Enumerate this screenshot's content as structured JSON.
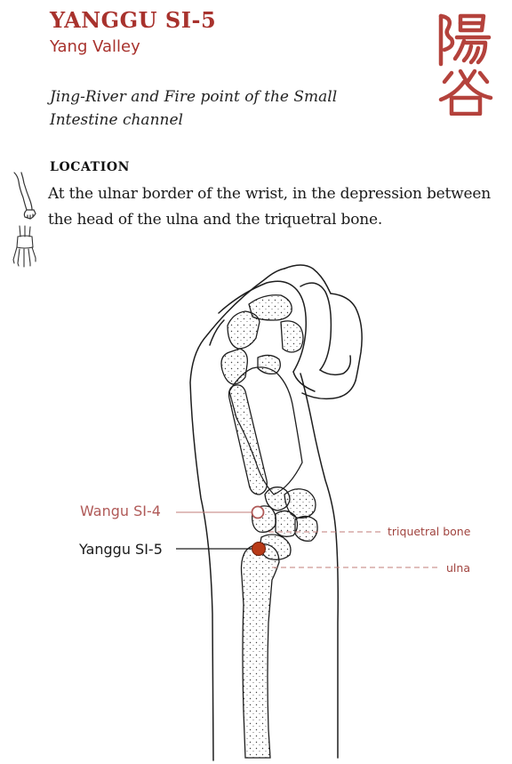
{
  "point": {
    "title": "YANGGU SI-5",
    "subtitle": "Yang Valley",
    "description": "Jing-River and Fire point of the Small Intestine channel"
  },
  "location": {
    "heading": "LOCATION",
    "text": "At the ulnar border of the wrist, in the depression between the head of the ulna and the triquetral bone."
  },
  "figure": {
    "labels": {
      "wangu": "Wangu SI-4",
      "yanggu": "Yanggu SI-5",
      "triquetral": "triquetral bone",
      "ulna": "ulna"
    }
  },
  "colors": {
    "accent": "#a8322d",
    "point_fill": "#b83a17",
    "leader_line": "#c27c78"
  },
  "icons": [
    "calligraphy-yang-gu-icon",
    "arm-icon",
    "hand-icon"
  ]
}
